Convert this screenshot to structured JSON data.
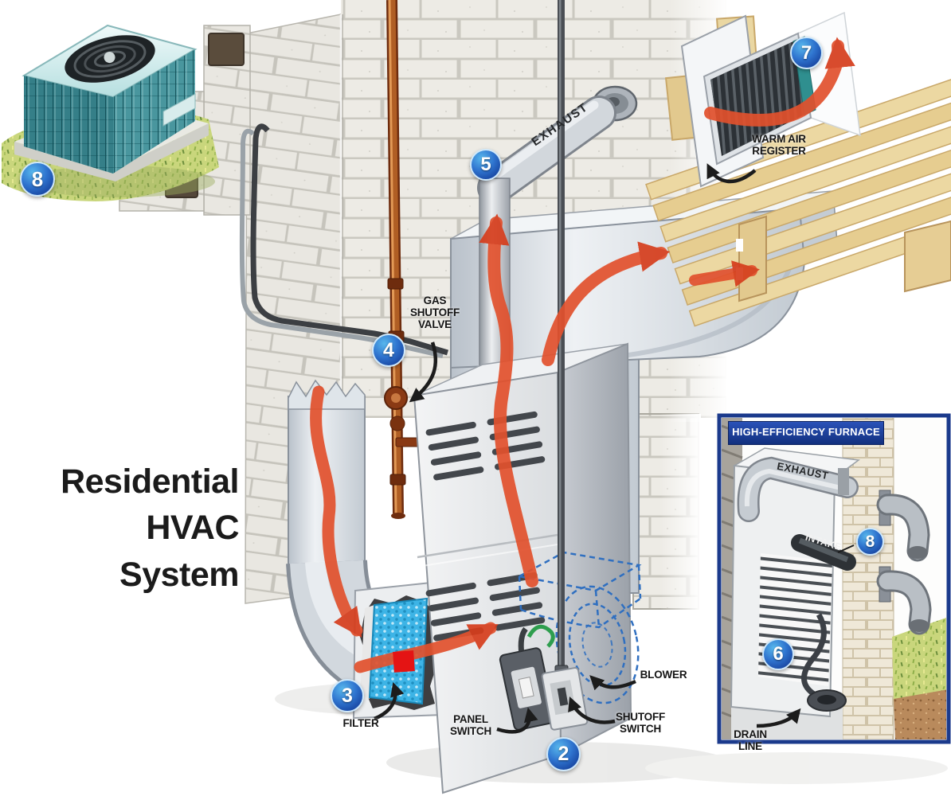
{
  "title": [
    "Residential",
    "HVAC",
    "System"
  ],
  "labels": {
    "gas_shutoff_valve": [
      "GAS",
      "SHUTOFF",
      "VALVE"
    ],
    "warm_air_register": [
      "WARM AIR",
      "REGISTER"
    ],
    "filter": [
      "FILTER"
    ],
    "panel_switch": [
      "PANEL",
      "SWITCH"
    ],
    "shutoff_switch": [
      "SHUTOFF",
      "SWITCH"
    ],
    "blower": [
      "BLOWER"
    ],
    "drain_line": [
      "DRAIN",
      "LINE"
    ],
    "exhaust_main": [
      "EXHAUST"
    ]
  },
  "inset": {
    "header": "HIGH-EFFICIENCY FURNACE",
    "exhaust": "EXHAUST",
    "intake": "INTAKE"
  },
  "badges": {
    "outdoor_unit": "8",
    "shutoff_switch": "2",
    "filter": "3",
    "gas_valve": "4",
    "exhaust": "5",
    "drain": "6",
    "register": "7",
    "pipes": "8"
  },
  "colors": {
    "badge_blue": "#0d2f8a",
    "badge_ring": "#cfe8fa",
    "arrow_red": "#e2512d",
    "label_black": "#151515",
    "inset_header_blue": "#12307e",
    "filter_blue": "#3db4e6",
    "copper": "#8a3a14",
    "unit_teal": "#49969e",
    "wood": "#ecd8a2",
    "grass_green": "#c9d67c",
    "dashed_blue": "#2f6fc0",
    "duct_gray": "#d2d8de"
  }
}
